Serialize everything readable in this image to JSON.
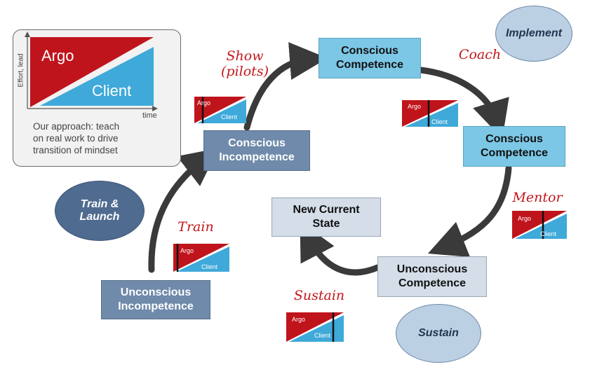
{
  "legend": {
    "argo_label": "Argo",
    "client_label": "Client",
    "y_axis_label": "Effort, lead",
    "x_axis_label": "time",
    "caption": "Our approach: teach\non real work to drive\ntransition of mindset"
  },
  "stages": {
    "conscious_competence_top": "Conscious\nCompetence",
    "conscious_competence_right": "Conscious\nCompetence",
    "conscious_incompetence": "Conscious\nIncompetence",
    "unconscious_incompetence": "Unconscious\nIncompetence",
    "unconscious_competence": "Unconscious\nCompetence",
    "new_current_state": "New Current\nState"
  },
  "phases": {
    "implement": "Implement",
    "train_launch": "Train &\nLaunch",
    "sustain": "Sustain"
  },
  "actions": {
    "show": "Show\n(pilots)",
    "coach": "Coach",
    "mentor": "Mentor",
    "train": "Train",
    "sustain": "Sustain"
  },
  "mini_charts": {
    "argo": "Argo",
    "client": "Client"
  },
  "colors": {
    "argo_red": "#c0141c",
    "client_blue": "#3fa9d9",
    "stage_teal": "#7cc7e6",
    "stage_slate": "#6f8aaa",
    "stage_pale": "#d4dde8",
    "action_red": "#c3161c"
  }
}
